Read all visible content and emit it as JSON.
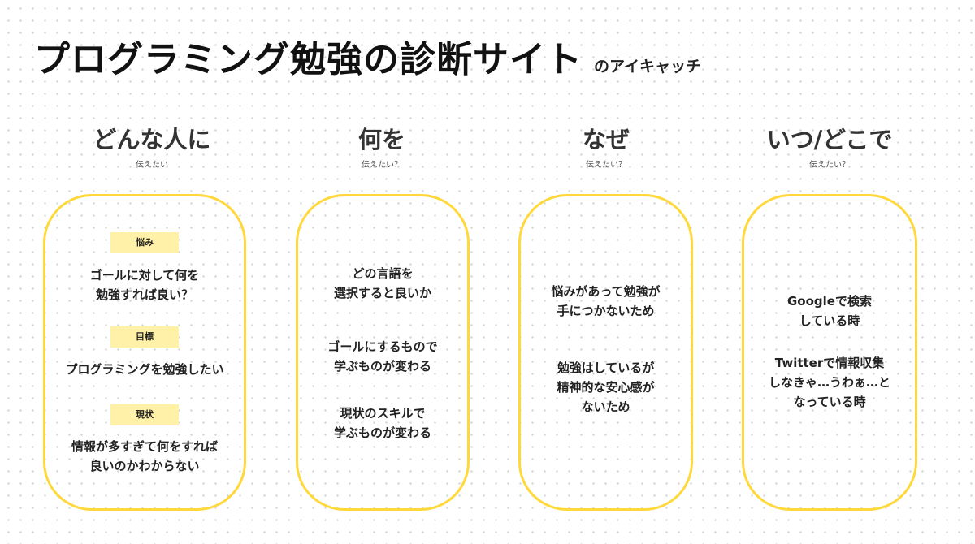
{
  "header": {
    "title": "プログラミング勉強の診断サイト",
    "subtitle": "のアイキャッチ"
  },
  "columns": [
    {
      "heading": "どんな人に",
      "subheading": "伝えたい",
      "tags": [
        "悩み",
        "目標",
        "現状"
      ],
      "items": [
        "ゴールに対して何を\n勉強すれば良い？",
        "プログラミングを勉強したい",
        "情報が多すぎて何をすれば\n良いのかわからない"
      ]
    },
    {
      "heading": "何を",
      "subheading": "伝えたい？",
      "items": [
        "どの言語を\n選択すると良いか",
        "ゴールにするもので\n学ぶものが変わる",
        "現状のスキルで\n学ぶものが変わる"
      ]
    },
    {
      "heading": "なぜ",
      "subheading": "伝えたい？",
      "items": [
        "悩みがあって勉強が\n手につかないため",
        "勉強はしているが\n精神的な安心感が\nないため"
      ]
    },
    {
      "heading": "いつ/どこで",
      "subheading": "伝えたい？",
      "items": [
        "Googleで検索\nしている時",
        "Twitterで情報収集\nしなきゃ…うわぁ…と\nなっている時"
      ]
    }
  ],
  "colors": {
    "card_border": "#ffd83c",
    "tag_background": "#fff1a8",
    "text": "#222222"
  }
}
